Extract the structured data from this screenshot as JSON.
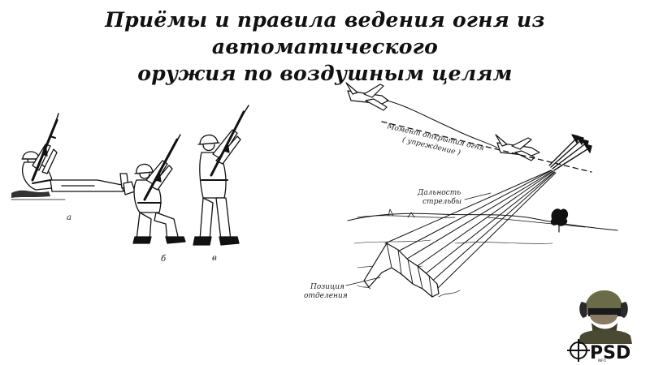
{
  "title": {
    "line1": "Приёмы и правила ведения огня из автоматического",
    "line2": "оружия по воздушным целям"
  },
  "figure_left": {
    "label_a": "а",
    "label_b": "б",
    "label_v": "в"
  },
  "figure_right": {
    "label_moment_line1": "Момент открытия огня",
    "label_moment_line2": "( упреждение )",
    "label_range_line1": "Дальность",
    "label_range_line2": "стрельбы",
    "label_position_line1": "Позиция",
    "label_position_line2": "отделения"
  },
  "logo": {
    "text": "PSD",
    "sub": "INFO"
  },
  "colors": {
    "ink": "#111111",
    "background": "#ffffff"
  }
}
